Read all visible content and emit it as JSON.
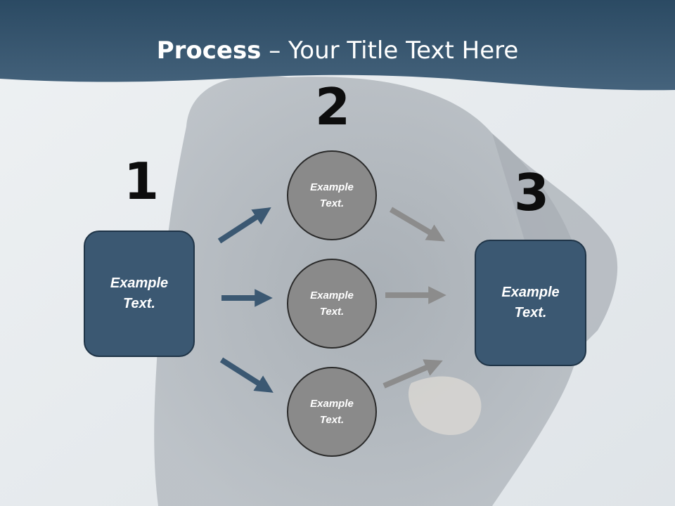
{
  "slide": {
    "title_bold": "Process",
    "title_rest": " – Your Title Text Here"
  },
  "steps": [
    {
      "number": "1",
      "text": "Example Text."
    },
    {
      "number": "2",
      "text": "Example Text."
    },
    {
      "number": "3",
      "text": "Example Text."
    }
  ],
  "middle_nodes": [
    {
      "text": "Example Text."
    },
    {
      "text": "Example Text."
    },
    {
      "text": "Example Text."
    }
  ],
  "colors": {
    "header": "#2e4d68",
    "box_fill": "#3b5872",
    "circle_fill": "#8a8a8a",
    "arrow_blue": "#3b5872",
    "arrow_gray": "#8c8c8c"
  }
}
